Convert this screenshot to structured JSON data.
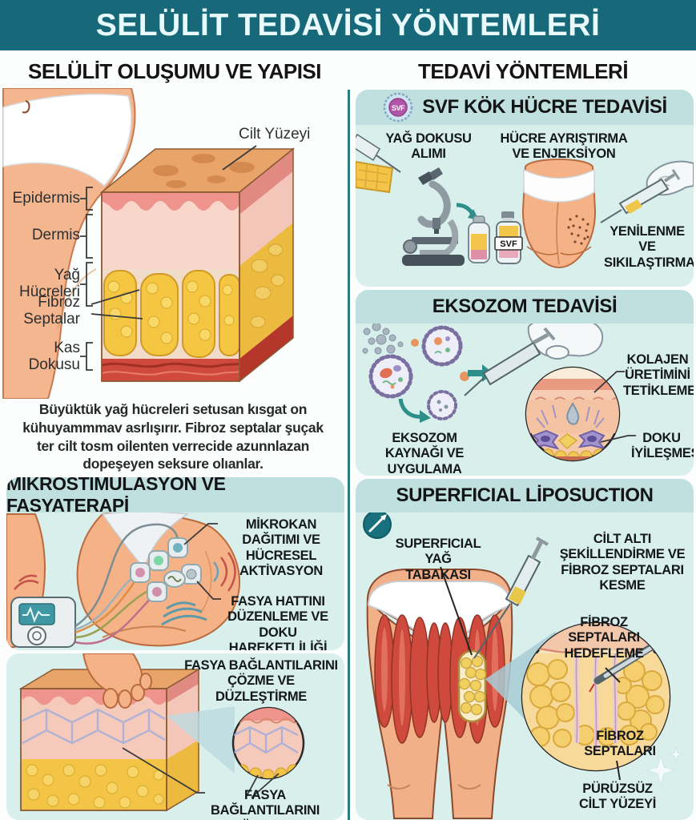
{
  "title": "SELÜLİT TEDAVİSİ YÖNTEMLERİ",
  "colors": {
    "header_bg": "#17697a",
    "band_bg": "#bfe0df",
    "panel_bg": "#d8efec",
    "divider": "#2e7b80",
    "accent_teal": "#2e8f8a",
    "skin": "#f4b286",
    "fat_yellow": "#f5c642",
    "muscle_red": "#cf4a3d"
  },
  "left": {
    "heading": "SELÜLİT OLUŞUMU VE YAPISI",
    "anatomy": {
      "skin_surface": "Cilt Yüzeyi",
      "epidermis": "Epidermis",
      "dermis": "Dermis",
      "fat_cells": "Yağ Hücreleri",
      "fibrous_septa": "Fibroz Septalar",
      "muscle_tissue": "Kas Dokusu"
    },
    "description": "Büyüktük yağ hücreleri setusan kısgat on kühuyammmav asrlışırır. Fibroz septalar şuçak ter cilt tosm oilenten verrecide azunnlazan dopeşeyen seksure olıanlar.",
    "microstimulation": {
      "title": "MİKROSTİMÜLASYON VE FASYATERAPİ",
      "label_microcirculation": "MİKROKAN DAĞITIMI VE HÜCRESEL AKTİVASYON",
      "label_fascia_line": "FASYA HATTINI DÜZENLEME VE DOKU HAREKETLİLİĞİ"
    },
    "fascia_release": {
      "label_top": "FASYA BAĞLANTILARINI ÇÖZME VE DÜZLEŞTİRME",
      "label_bottom": "FASYA BAĞLANTILARINI ÇÖZME VE DÜZLEŞTİRME"
    }
  },
  "right": {
    "heading": "TEDAVİ YÖNTEMLERİ",
    "svf": {
      "badge": "SVF",
      "title": "SVF KÖK HÜCRE TEDAVİSİ",
      "label_fat_harvest": "YAĞ DOKUSU ALIMI",
      "label_separation": "HÜCRE AYRIŞTIRMA VE ENJEKSİYON",
      "label_renewal": "YENİLENME VE SIKILAŞTIRMA",
      "vial_label": "SVF"
    },
    "exosome": {
      "title": "EKSOZOM TEDAVİSİ",
      "label_source": "EKSOZOM KAYNAĞI VE UYGULAMA",
      "label_collagen": "KOLAJEN ÜRETİMİNİ TETİKLEME",
      "label_healing": "DOKU İYİLEŞMESİ"
    },
    "liposuction": {
      "title": "SUPERFICIAL LİPOSUCTION",
      "label_fat_layer": "SUPERFICIAL YAĞ TABAKASI",
      "label_contouring": "CİLT ALTI ŞEKİLLENDİRME VE FİBROZ SEPTALARI KESME",
      "label_targeting": "FİBROZ SEPTALARI HEDEFLEME",
      "label_septa": "FİBROZ SEPTALARI",
      "label_smooth": "PÜRÜZSÜZ CİLT YÜZEYİ"
    }
  }
}
